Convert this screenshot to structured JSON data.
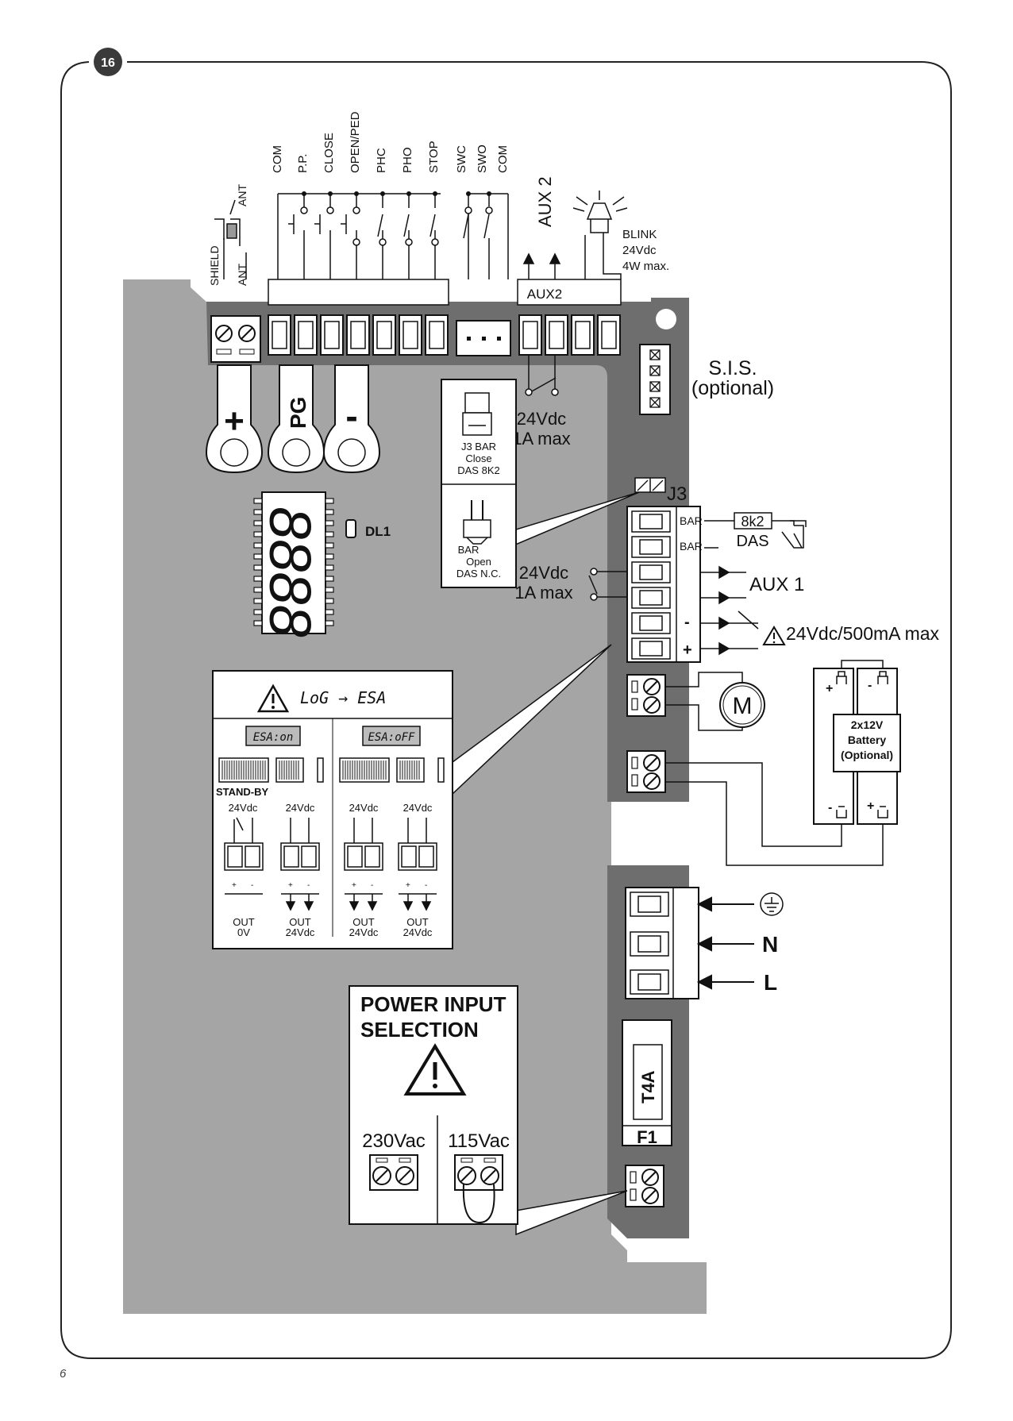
{
  "figure": {
    "number": "16"
  },
  "page": {
    "number": "6"
  },
  "top_terminals": [
    "COM",
    "P.P.",
    "CLOSE",
    "OPEN/PED",
    "PHC",
    "PHO",
    "STOP",
    "SWC",
    "SWO",
    "COM"
  ],
  "antenna": {
    "ant_top": "ANT",
    "shield": "SHIELD",
    "ant_bottom": "ANT"
  },
  "aux2": {
    "label": "AUX 2",
    "terminal_label": "AUX2",
    "rating_1": "24Vdc",
    "rating_2": "1A max"
  },
  "blink": {
    "line1": "BLINK",
    "line2": "24Vdc",
    "line3": "4W max."
  },
  "sis": {
    "line1": "S.I.S.",
    "line2": "(optional)"
  },
  "buttons": {
    "plus": "+",
    "pg": "PG",
    "minus": "-"
  },
  "display": {
    "digits": "8888",
    "led_label": "DL1"
  },
  "j3": {
    "label": "J3",
    "closed_line1": "J3 BAR",
    "closed_line2": "Close",
    "closed_line3": "DAS 8K2",
    "open_line1": "BAR",
    "open_line2": "Open",
    "open_line3": "DAS N.C."
  },
  "right_terminals": {
    "bar1": "BAR",
    "bar2": "BAR",
    "resistor": "8k2",
    "das": "DAS",
    "aux1": "AUX 1",
    "aux1_rating_1": "24Vdc",
    "aux1_rating_2": "1A max",
    "minus": "-",
    "plus": "+",
    "supply_rating": "24Vdc/500mA max"
  },
  "motor": {
    "symbol": "M"
  },
  "battery": {
    "line1": "2x12V",
    "line2": "Battery",
    "line3": "(Optional)",
    "plus_top": "+",
    "minus_top": "-",
    "minus_bottom": "-",
    "plus_bottom": "+"
  },
  "esa": {
    "title": "LoG → ESA",
    "left_badge": "ESA:on",
    "right_badge": "ESA:oFF",
    "standby": "STAND-BY",
    "voltage": "24Vdc",
    "plus": "+",
    "minus": "-",
    "out_1_line1": "OUT",
    "out_1_line2": "0V",
    "out_2_line1": "OUT",
    "out_2_line2": "24Vdc"
  },
  "mains": {
    "n": "N",
    "l": "L"
  },
  "fuse": {
    "rating": "T4A",
    "name": "F1"
  },
  "power_input": {
    "title_line1": "POWER INPUT",
    "title_line2": "SELECTION",
    "option_230": "230Vac",
    "option_115": "115Vac"
  }
}
